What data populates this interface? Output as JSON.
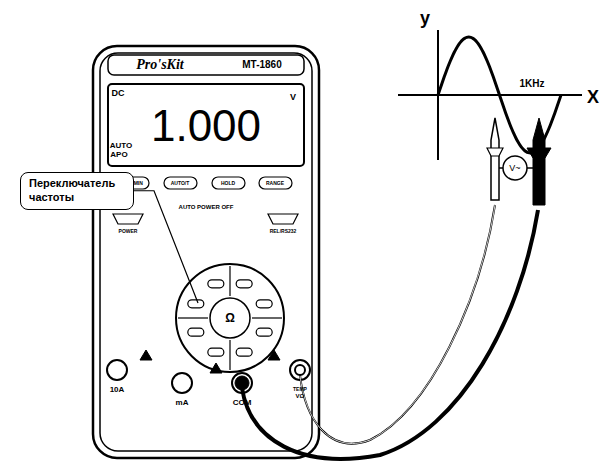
{
  "diagram": {
    "nodes": [
      {
        "text": [
          "Переключатель частоты"
        ]
      }
    ],
    "labels": [
      "y",
      "X",
      "1KHz",
      "V~",
      "Pro'sKit",
      "MT-1860",
      "DC",
      "V",
      "1.000",
      "AUTO",
      "APO",
      "MAX/MIN",
      "AUTO/T",
      "HOLD",
      "RANGE",
      "AUTO POWER OFF",
      "POWER",
      "REL/RS232",
      "10A",
      "mA",
      "COM",
      "TEMP",
      "VΩ",
      "Ω"
    ]
  }
}
